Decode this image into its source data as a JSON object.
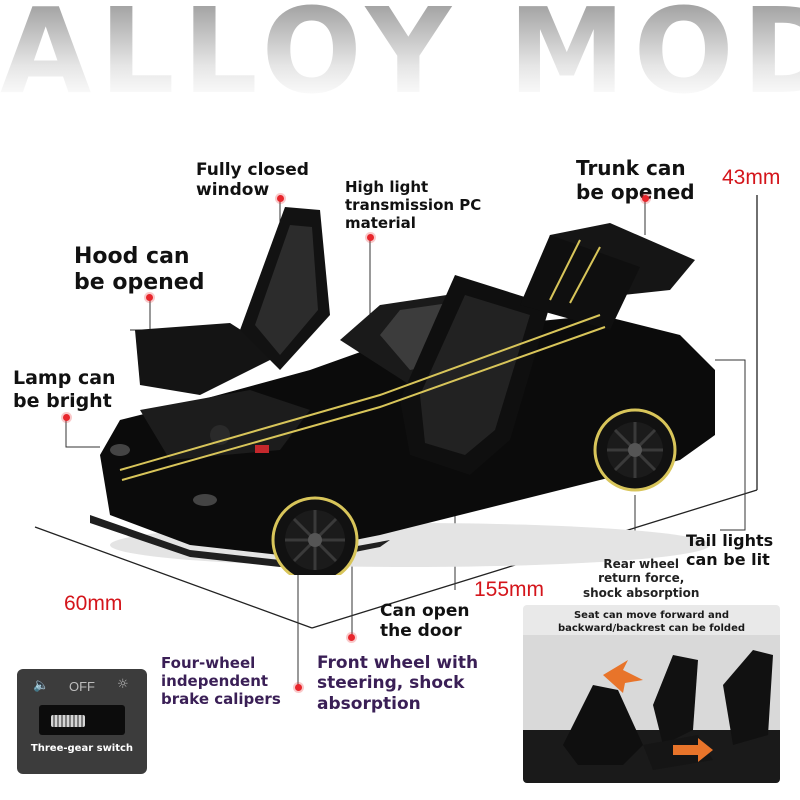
{
  "headline": "ALLOY MODEL",
  "features": {
    "hood": "Hood can\nbe opened",
    "window": "Fully closed\nwindow",
    "pc_material": "High light\ntransmission PC\nmaterial",
    "trunk": "Trunk can\nbe opened",
    "lamp": "Lamp can\nbe bright",
    "tail_lights": "Tail lights\ncan be lit",
    "rear_wheel": "Rear wheel\nreturn force,\nshock absorption",
    "door": "Can open\nthe door",
    "calipers": "Four-wheel\nindependent\nbrake calipers",
    "front_wheel": "Front wheel with\nsteering, shock\nabsorption"
  },
  "dimensions": {
    "height": "43mm",
    "width": "60mm",
    "length": "155mm"
  },
  "switch": {
    "state": "OFF",
    "caption": "Three-gear switch"
  },
  "seat": {
    "caption": "Seat can move forward and\nbackward/backrest can be folded"
  },
  "colors": {
    "accent_red": "#e8262c",
    "dimension_red": "#d4151b",
    "car_body": "#0b0b0b",
    "stripe_gold": "#d8c55a",
    "purple_text": "#3a1f56"
  }
}
